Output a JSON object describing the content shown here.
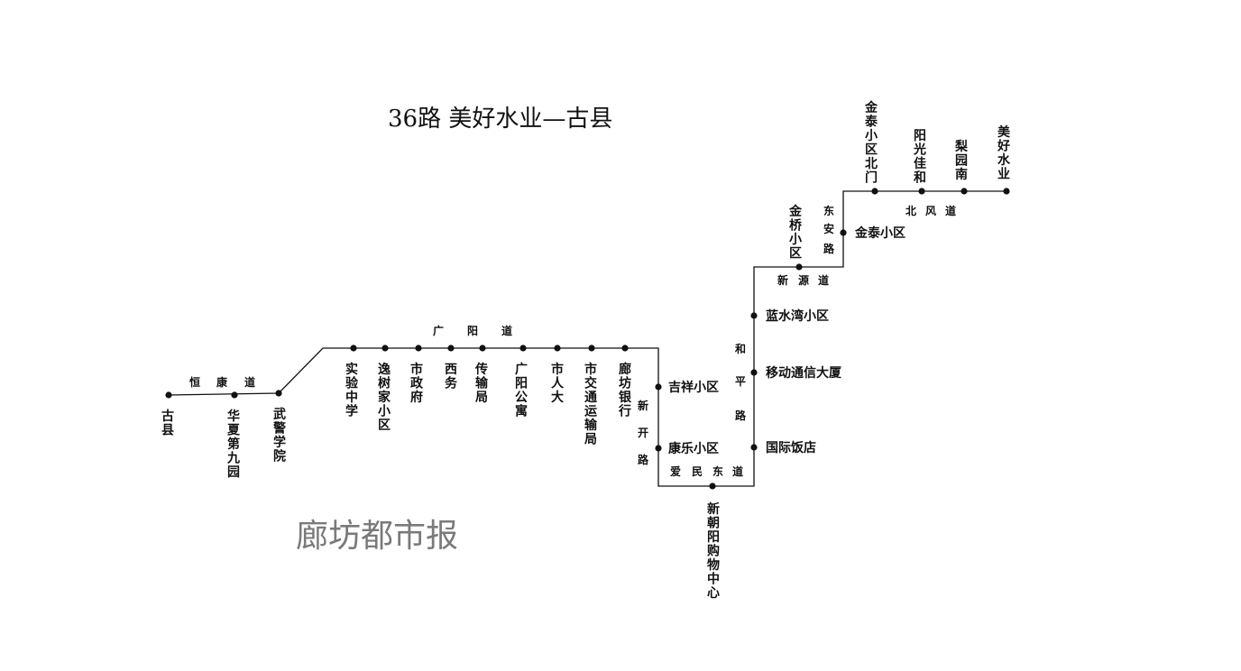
{
  "title": "36路  美好水业—古县",
  "watermark": "廊坊都市报",
  "stations": {
    "gu_xian": "古县",
    "huaxia": "华夏第九园",
    "wujing": "武警学院",
    "shiyan": "实验中学",
    "yishujia": "逸树家小区",
    "shizhengfu": "市政府",
    "xiwu": "西务",
    "chuanshuju": "传输局",
    "guangyang_gongyu": "广阳公寓",
    "shirenda": "市人大",
    "shijiaotong": "市交通运输局",
    "langfang_bank": "廊坊银行",
    "jixiang": "吉祥小区",
    "kangle": "康乐小区",
    "xinchaoyang": "新朝阳购物中心",
    "guoji": "国际饭店",
    "yidong": "移动通信大厦",
    "lanshuiwan": "蓝水湾小区",
    "jinqiao": "金桥小区",
    "jintai": "金泰小区",
    "jintai_north": "金泰小区北门",
    "yangguang": "阳光佳和",
    "liyuan": "梨园南",
    "meihao": "美好水业"
  },
  "roads": {
    "hengkang": [
      "恒",
      "康",
      "道"
    ],
    "guangyang": [
      "广",
      "阳",
      "道"
    ],
    "xinkai": [
      "新",
      "开",
      "路"
    ],
    "aimin": [
      "爱",
      "民",
      "东",
      "道"
    ],
    "heping": [
      "和",
      "平",
      "路"
    ],
    "xinyuan": [
      "新",
      "源",
      "道"
    ],
    "dongan": [
      "东",
      "安",
      "路"
    ],
    "beifeng": [
      "北",
      "风",
      "道"
    ]
  }
}
